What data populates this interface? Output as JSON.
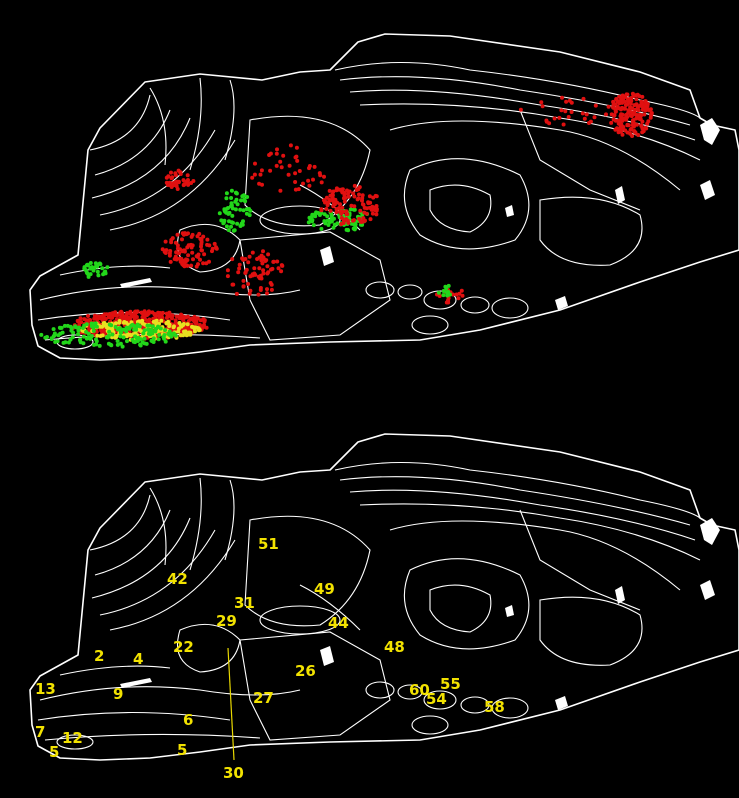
{
  "colors": {
    "background": "#000000",
    "outline": "#ffffff",
    "label": "#f2e200",
    "marker_red": "#e01010",
    "marker_green": "#22d61a",
    "marker_yellow": "#e8e020"
  },
  "panels": {
    "top": {
      "content": "cell-marker-overlay"
    },
    "bottom": {
      "content": "region-number-labels"
    }
  },
  "regions": [
    {
      "id": "r51",
      "text": "51"
    },
    {
      "id": "r42",
      "text": "42"
    },
    {
      "id": "r49",
      "text": "49"
    },
    {
      "id": "r31",
      "text": "31"
    },
    {
      "id": "r29",
      "text": "29"
    },
    {
      "id": "r44",
      "text": "44"
    },
    {
      "id": "r22",
      "text": "22"
    },
    {
      "id": "r48",
      "text": "48"
    },
    {
      "id": "r2",
      "text": "2"
    },
    {
      "id": "r4",
      "text": "4"
    },
    {
      "id": "r26",
      "text": "26"
    },
    {
      "id": "r13",
      "text": "13"
    },
    {
      "id": "r9",
      "text": "9"
    },
    {
      "id": "r27",
      "text": "27"
    },
    {
      "id": "r60",
      "text": "60"
    },
    {
      "id": "r55",
      "text": "55"
    },
    {
      "id": "r54",
      "text": "54"
    },
    {
      "id": "r58",
      "text": "58"
    },
    {
      "id": "r6",
      "text": "6"
    },
    {
      "id": "r7",
      "text": "7"
    },
    {
      "id": "r12",
      "text": "12"
    },
    {
      "id": "r5a",
      "text": "5"
    },
    {
      "id": "r5b",
      "text": "5"
    },
    {
      "id": "r30",
      "text": "30"
    }
  ]
}
